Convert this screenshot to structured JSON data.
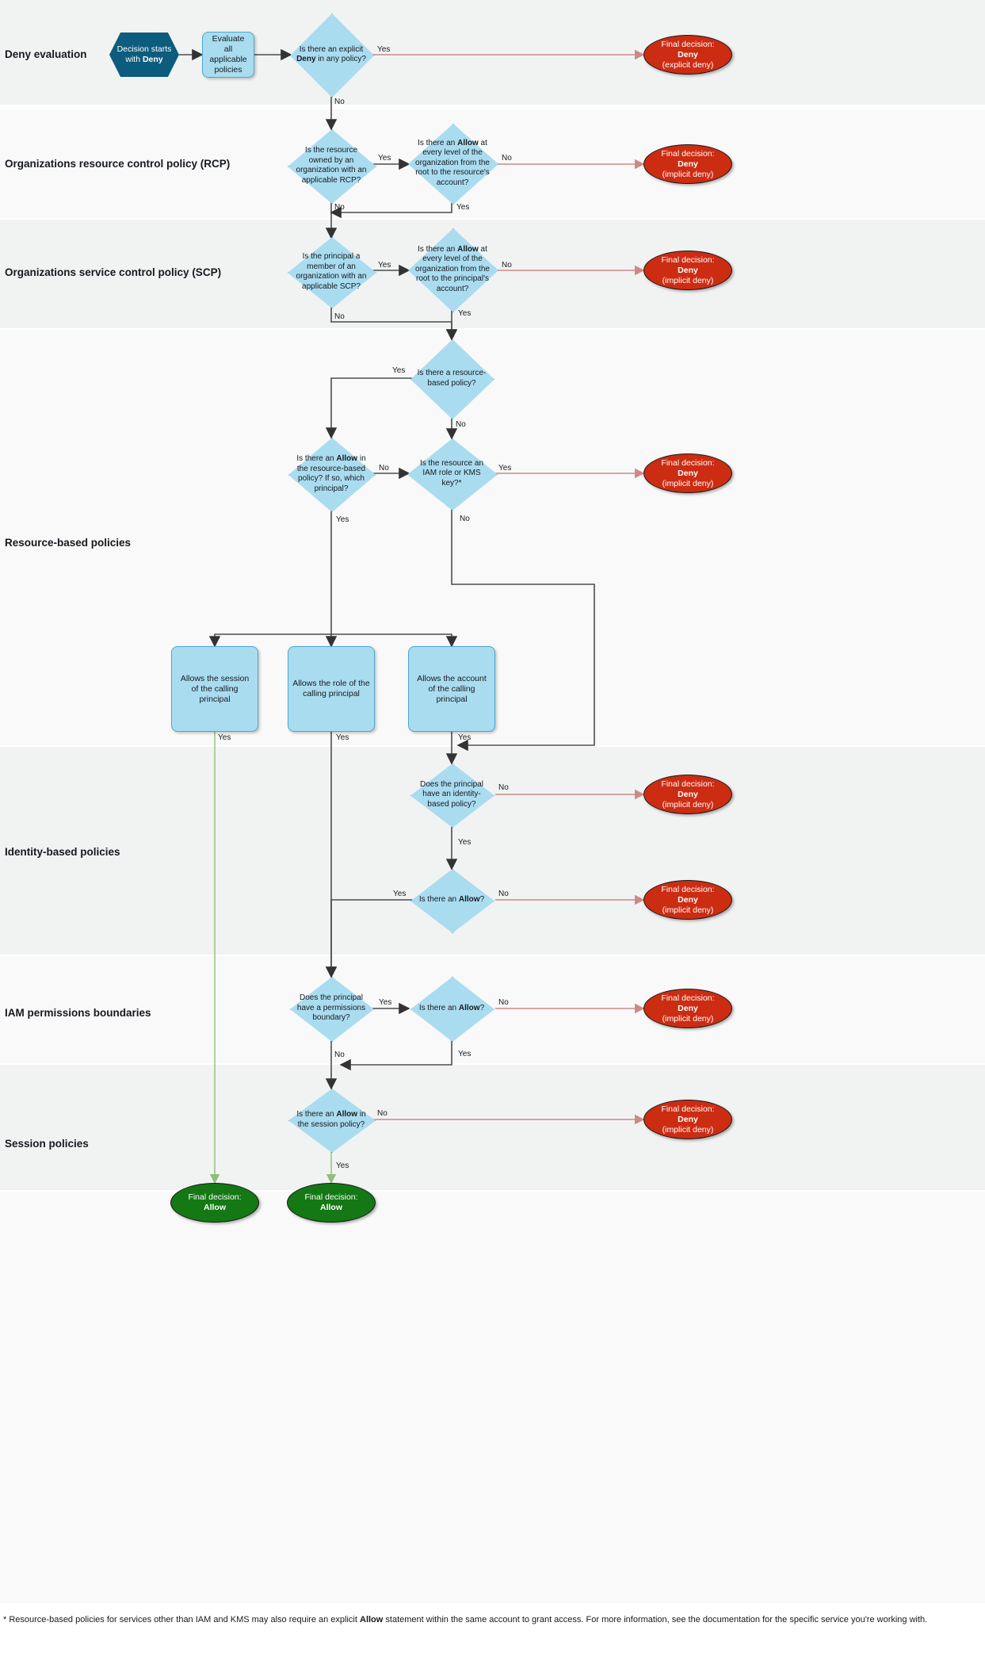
{
  "diagram": {
    "title": "AWS IAM policy evaluation flow",
    "colors": {
      "start_fill": "#0d5c7d",
      "process_fill": "#aadcf0",
      "process_stroke": "#4aa8cf",
      "deny_fill": "#cc2c12",
      "allow_fill": "#147814",
      "band_dark": "#f1f3f3",
      "band_light": "#f9f9f9",
      "deny_edge": "#cb8a88",
      "allow_edge": "#8fbf78",
      "edge": "#4d4d4d"
    }
  },
  "bands": [
    {
      "key": "deny",
      "label": "Deny evaluation"
    },
    {
      "key": "rcp",
      "label": "Organizations resource control policy (RCP)"
    },
    {
      "key": "scp",
      "label": "Organizations service control policy (SCP)"
    },
    {
      "key": "resource",
      "label": "Resource-based policies"
    },
    {
      "key": "identity",
      "label": "Identity-based policies"
    },
    {
      "key": "boundaries",
      "label": "IAM permissions boundaries"
    },
    {
      "key": "session",
      "label": "Session policies"
    }
  ],
  "nodes": {
    "start": {
      "text": "Decision starts with <b>Deny</b>",
      "plain": "Decision starts with Deny"
    },
    "evaluate": {
      "text": "Evaluate all applicable policies",
      "plain": "Evaluate all applicable policies"
    },
    "explicit_deny": {
      "text": "Is there an explicit <b>Deny</b> in any policy?",
      "plain": "Is there an explicit Deny in any policy?"
    },
    "rcp_owned": {
      "text": "Is the resource owned by an organization with an applicable RCP?",
      "plain": "Is the resource owned by an organization with an applicable RCP?"
    },
    "rcp_allow": {
      "text": "Is there an <b>Allow</b> at every level of the organization from the root to the resource's account?",
      "plain": "Is there an Allow at every level of the organization from the root to the resource's account?"
    },
    "scp_member": {
      "text": "Is the principal a member of an organization with an applicable SCP?",
      "plain": "Is the principal a member of an organization with an applicable SCP?"
    },
    "scp_allow": {
      "text": "Is there an <b>Allow</b> at every level of the organization from the root to the principal's account?",
      "plain": "Is there an Allow at every level of the organization from the root to the principal's account?"
    },
    "has_rbp": {
      "text": "Is there a resource-based policy?",
      "plain": "Is there a resource-based policy?"
    },
    "rbp_allow": {
      "text": "Is there an <b>Allow</b> in the resource-based policy? If so, which principal?",
      "plain": "Is there an Allow in the resource-based policy? If so, which principal?"
    },
    "is_role_kms": {
      "text": "Is the resource an IAM role or KMS key?*",
      "plain": "Is the resource an IAM role or KMS key?*"
    },
    "allows_session": {
      "text": "Allows the session of the calling principal",
      "plain": "Allows the session of the calling principal"
    },
    "allows_role": {
      "text": "Allows the role of the calling principal",
      "plain": "Allows the role of the calling principal"
    },
    "allows_account": {
      "text": "Allows the account of the calling principal",
      "plain": "Allows the account of the calling principal"
    },
    "has_ibp": {
      "text": "Does the principal have an identity-based policy?",
      "plain": "Does the principal have an identity-based policy?"
    },
    "ibp_allow": {
      "text": "Is there an <b>Allow</b>?",
      "plain": "Is there an Allow?"
    },
    "has_pb": {
      "text": "Does the principal have a permissions boundary?",
      "plain": "Does the principal have a permissions boundary?"
    },
    "pb_allow": {
      "text": "Is there an <b>Allow</b>?",
      "plain": "Is there an Allow?"
    },
    "sp_allow": {
      "text": "Is there an <b>Allow</b> in the session policy?",
      "plain": "Is there an Allow in the session policy?"
    }
  },
  "terminals": {
    "deny_explicit": {
      "line1": "Final decision:",
      "line2": "Deny",
      "line3": "(explicit deny)"
    },
    "deny_rcp": {
      "line1": "Final decision:",
      "line2": "Deny",
      "line3": "(implicit deny)"
    },
    "deny_scp": {
      "line1": "Final decision:",
      "line2": "Deny",
      "line3": "(implicit deny)"
    },
    "deny_rbp": {
      "line1": "Final decision:",
      "line2": "Deny",
      "line3": "(implicit deny)"
    },
    "deny_ibp": {
      "line1": "Final decision:",
      "line2": "Deny",
      "line3": "(implicit deny)"
    },
    "deny_ibp2": {
      "line1": "Final decision:",
      "line2": "Deny",
      "line3": "(implicit deny)"
    },
    "deny_pb": {
      "line1": "Final decision:",
      "line2": "Deny",
      "line3": "(implicit deny)"
    },
    "deny_sp": {
      "line1": "Final decision:",
      "line2": "Deny",
      "line3": "(implicit deny)"
    },
    "allow_session": {
      "line1": "Final decision:",
      "line2": "Allow"
    },
    "allow_final": {
      "line1": "Final decision:",
      "line2": "Allow"
    }
  },
  "edge_labels": {
    "yes": "Yes",
    "no": "No"
  },
  "footnote": {
    "before": "* Resource-based policies for services other than IAM and KMS may also require an explicit ",
    "bold": "Allow",
    "after": " statement within the same account to grant access. For more information, see the documentation for the specific service you're working with."
  }
}
